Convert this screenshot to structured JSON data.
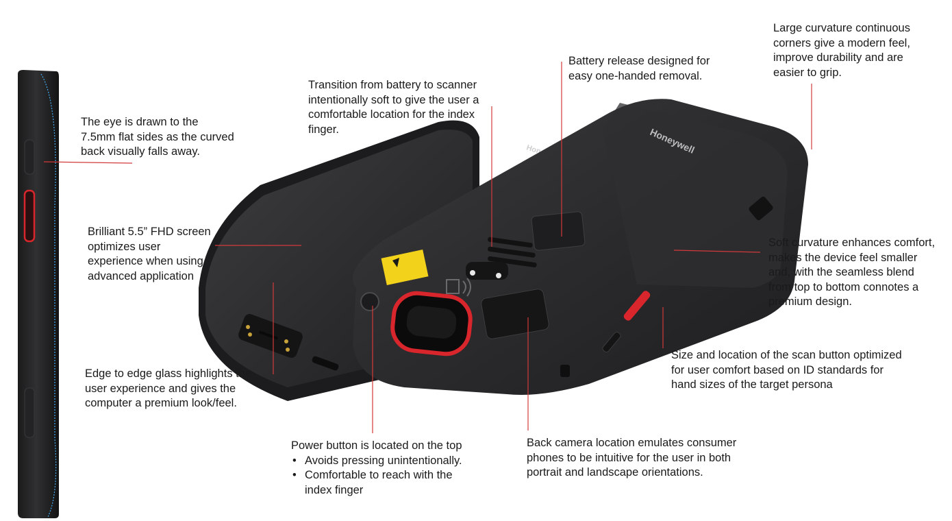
{
  "brand": "Honeywell",
  "colors": {
    "device_body": "#2a2a2c",
    "device_edge": "#1a1a1b",
    "accent_red": "#d8262c",
    "leader_line": "#d23a3a",
    "label_yellow": "#f2d21b"
  },
  "callouts": {
    "flat_sides": "The eye is drawn to the\n7.5mm flat sides as the curved\nback visually falls away.",
    "screen": "Brilliant 5.5” FHD screen\noptimizes user\nexperience when using\nadvanced application",
    "edge_glass": "Edge to edge glass highlights the\nuser experience and gives the\ncomputer a premium look/feel.",
    "transition": "Transition from battery to scanner\nintentionally soft to give the user a\ncomfortable location for the index\nfinger.",
    "battery_release": "Battery release designed for\neasy one-handed removal.",
    "corners": "Large curvature continuous\ncorners give a modern feel,\nimprove durability and are\neasier to grip.",
    "soft_curvature": "Soft curvature enhances comfort,\nmakes the device feel smaller\nand, with the seamless blend\nfrom top to bottom connotes a\npremium design.",
    "scan_button": "Size and location of the scan button optimized\nfor user comfort based on ID standards for\nhand sizes of the target persona",
    "camera": "Back camera location emulates consumer\nphones to be intuitive for the user in both\nportrait and landscape orientations.",
    "power_button": {
      "heading": "Power button is located on the top",
      "bullets": [
        "Avoids pressing unintentionally.",
        "Comfortable to reach with the\nindex finger"
      ]
    }
  }
}
